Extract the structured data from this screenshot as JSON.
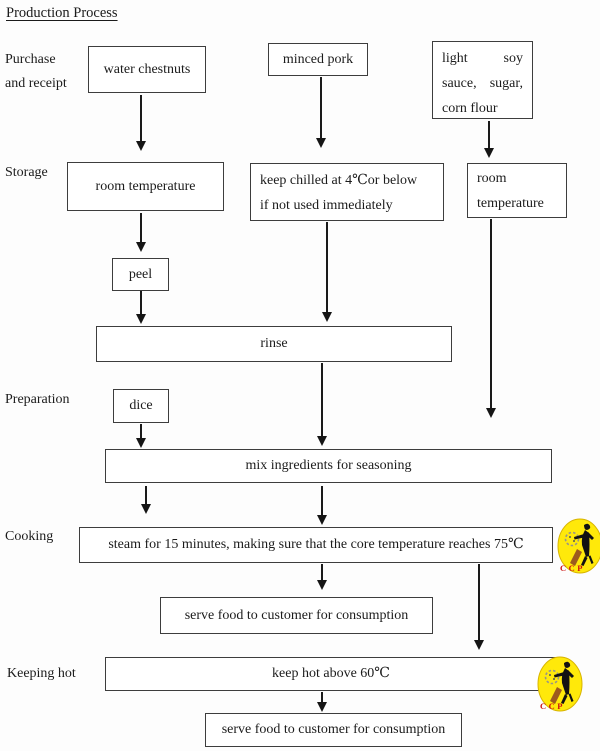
{
  "title": "Production Process",
  "stages": {
    "purchase": {
      "lines": [
        "Purchase",
        "and receipt"
      ]
    },
    "storage": {
      "label": "Storage"
    },
    "preparation": {
      "label": "Preparation"
    },
    "cooking": {
      "label": "Cooking"
    },
    "keeping_hot": {
      "label": "Keeping hot"
    }
  },
  "boxes": {
    "water_chestnuts": {
      "text": "water chestnuts"
    },
    "minced_pork": {
      "text": "minced pork"
    },
    "seasoning_ingredients": {
      "lines": [
        "light soy",
        "sauce, sugar,",
        "corn flour"
      ]
    },
    "room_temperature_left": {
      "text": "room temperature"
    },
    "keep_chilled": {
      "lines": [
        "keep chilled at 4℃or below",
        "if not used immediately"
      ]
    },
    "room_temperature_right": {
      "lines": [
        "room",
        "temperature"
      ]
    },
    "peel": {
      "text": "peel"
    },
    "rinse": {
      "text": "rinse"
    },
    "dice": {
      "text": "dice"
    },
    "mix_ingredients": {
      "text": "mix ingredients for seasoning"
    },
    "steam": {
      "text": "steam for 15 minutes, making sure that the core temperature reaches 75℃"
    },
    "serve_after_cooking": {
      "text": "serve food to customer for consumption"
    },
    "keep_hot": {
      "text": "keep hot above 60℃"
    },
    "serve_after_keeping_hot": {
      "text": "serve food to customer for consumption"
    }
  },
  "ccp_badge": {
    "label": "CCP",
    "background_color": "#ffe90a",
    "label_color": "#cc1111"
  }
}
